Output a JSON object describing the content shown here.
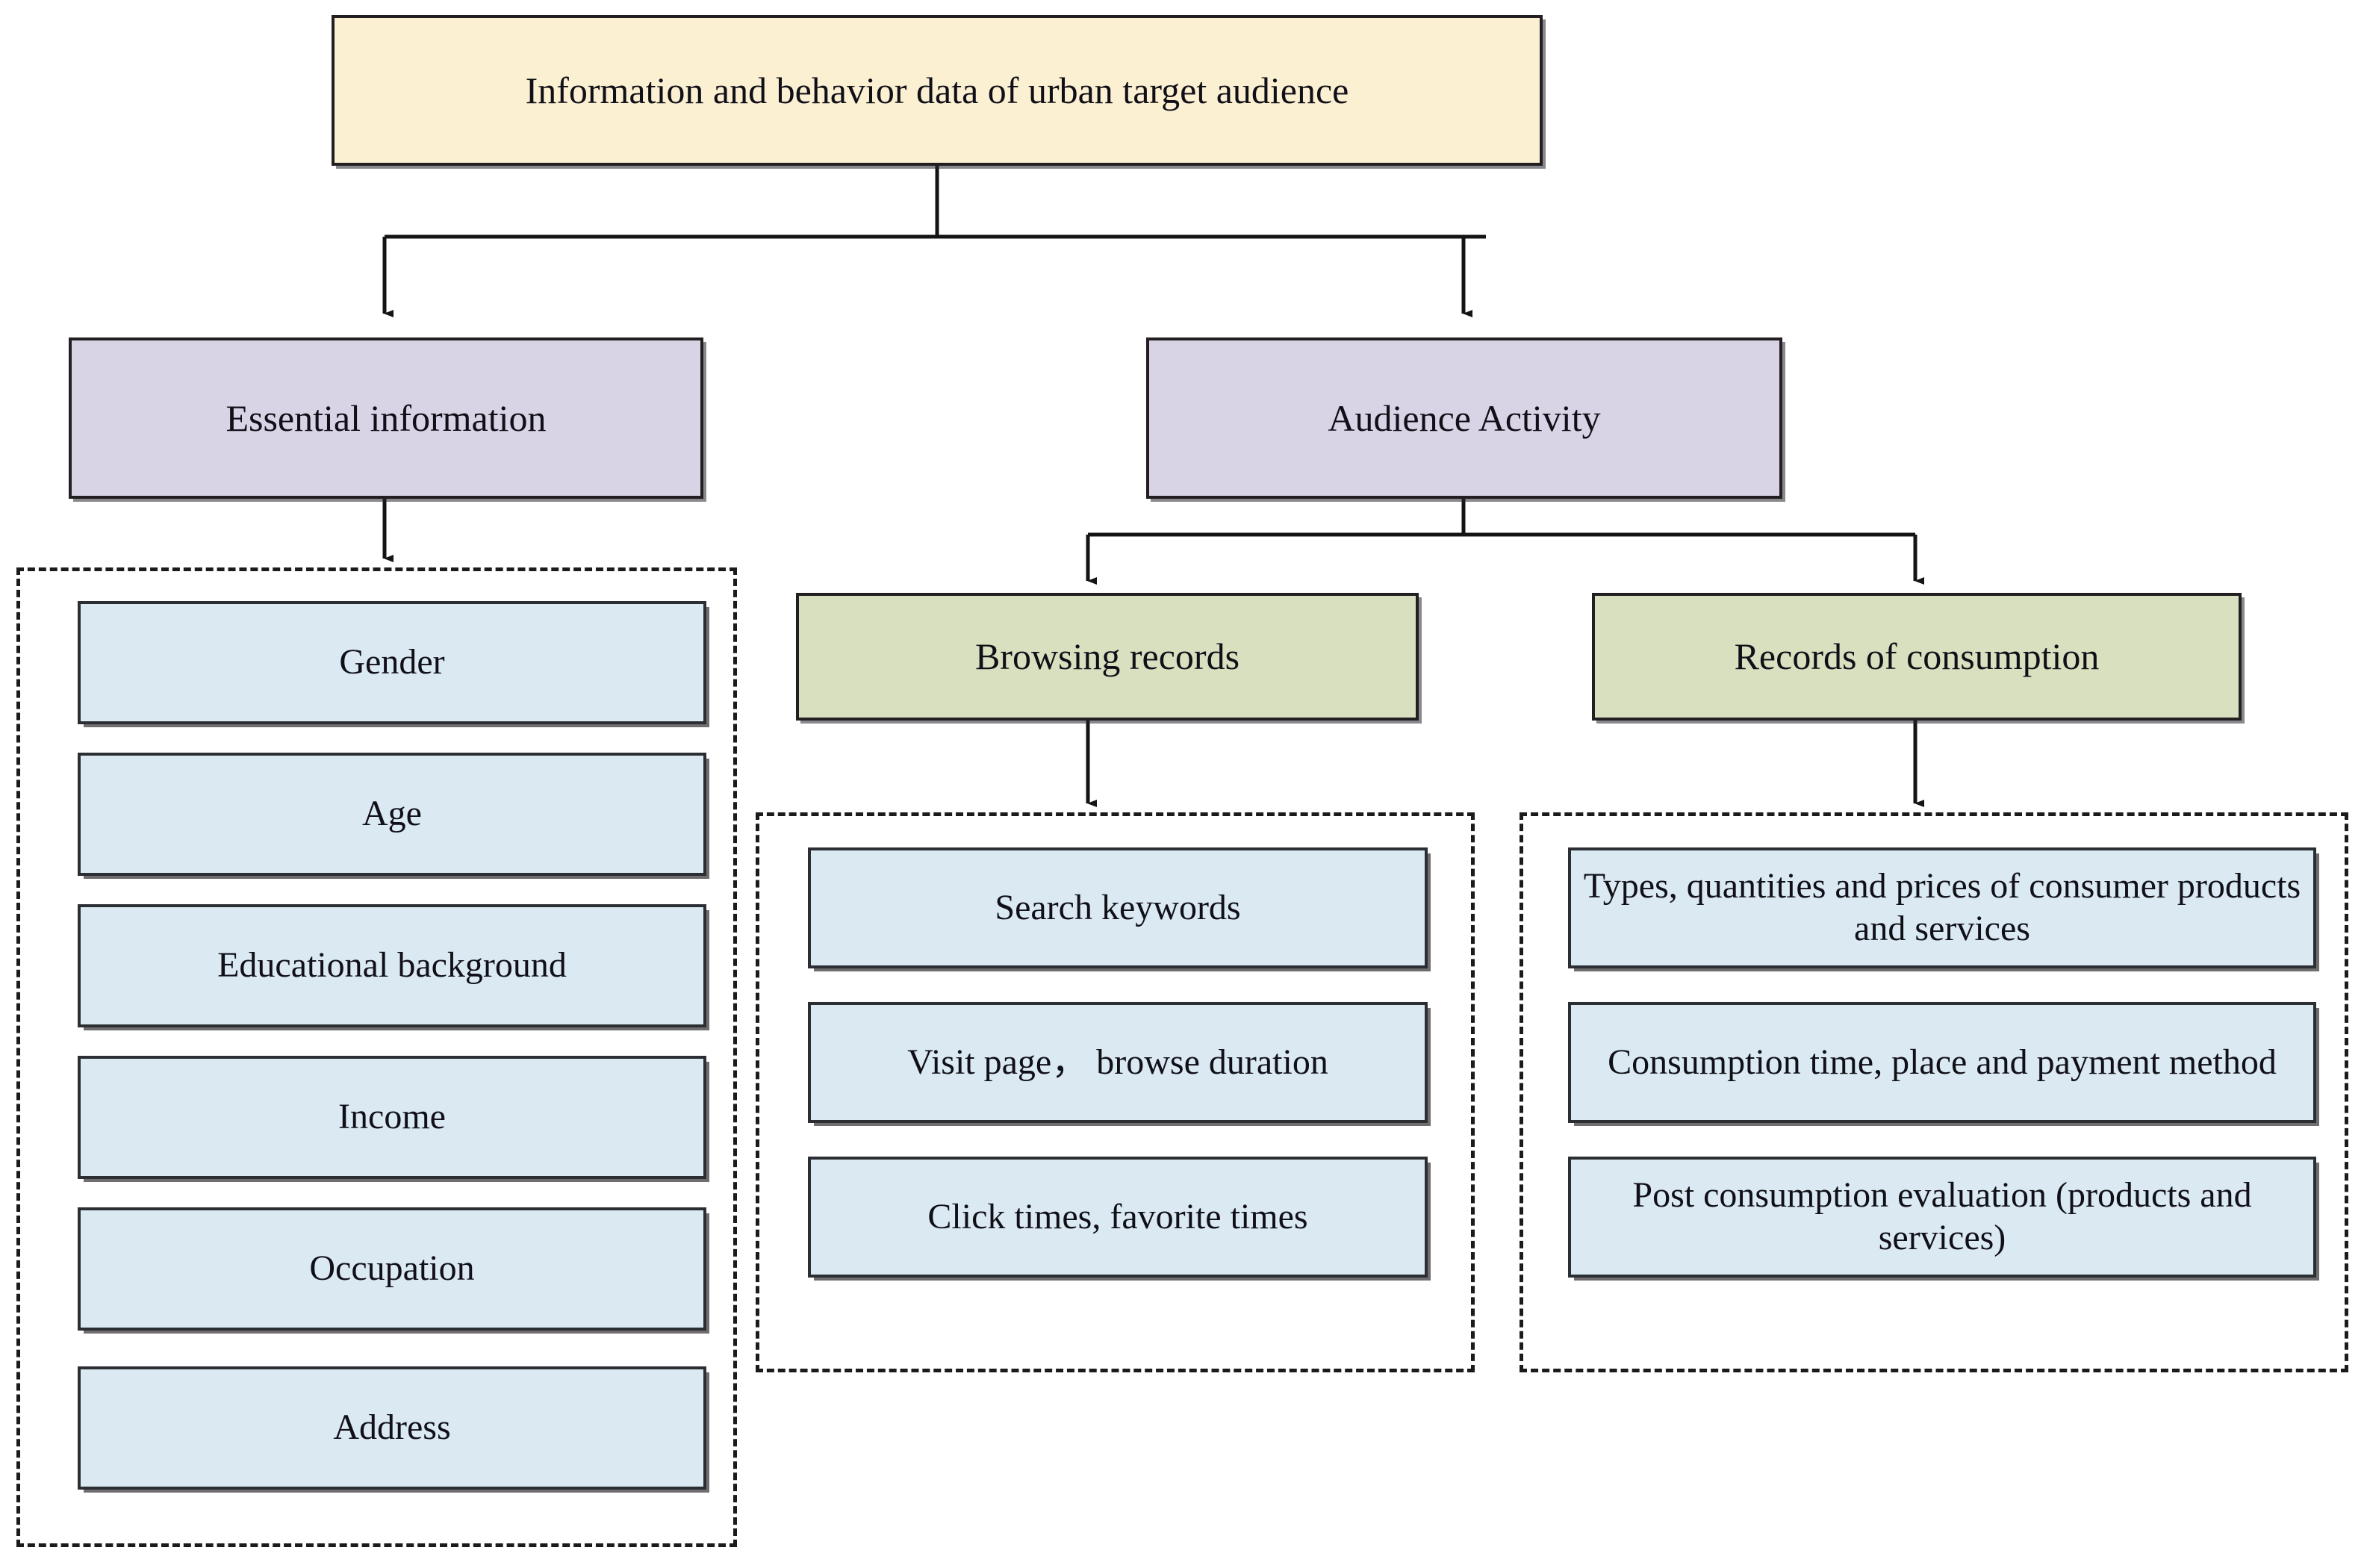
{
  "diagram": {
    "title": "Information and behavior data of urban target audience",
    "type": "hierarchy-tree",
    "root": {
      "id": "root",
      "label": "Information and behavior data of urban target audience",
      "color": "#FCF0D2"
    },
    "level2": [
      {
        "id": "essential-information",
        "label": "Essential information",
        "color": "#D9D3E6"
      },
      {
        "id": "audience-activity",
        "label": "Audience Activity",
        "color": "#D9D3E6"
      }
    ],
    "level3": [
      {
        "id": "browsing-records",
        "label": "Browsing records",
        "color": "#D9E0C0"
      },
      {
        "id": "records-of-consumption",
        "label": "Records of consumption",
        "color": "#D9E0C0"
      }
    ],
    "groups": [
      {
        "id": "essential-information-items",
        "parent": "essential-information",
        "leaf_color": "#DAE9F2",
        "items": [
          "Gender",
          "Age",
          "Educational background",
          "Income",
          "Occupation",
          "Address"
        ]
      },
      {
        "id": "browsing-records-items",
        "parent": "browsing-records",
        "leaf_color": "#DAE9F2",
        "items": [
          "Search keywords",
          "Visit page， browse duration",
          "Click times, favorite times"
        ]
      },
      {
        "id": "records-of-consumption-items",
        "parent": "records-of-consumption",
        "leaf_color": "#DAE9F2",
        "items": [
          "Types, quantities and prices of consumer products and services",
          "Consumption time, place and payment method",
          "Post consumption evaluation (products and services)"
        ]
      }
    ],
    "connectors": {
      "stroke_color": "#1b1b1b",
      "style": "orthogonal-with-arrowheads"
    }
  }
}
